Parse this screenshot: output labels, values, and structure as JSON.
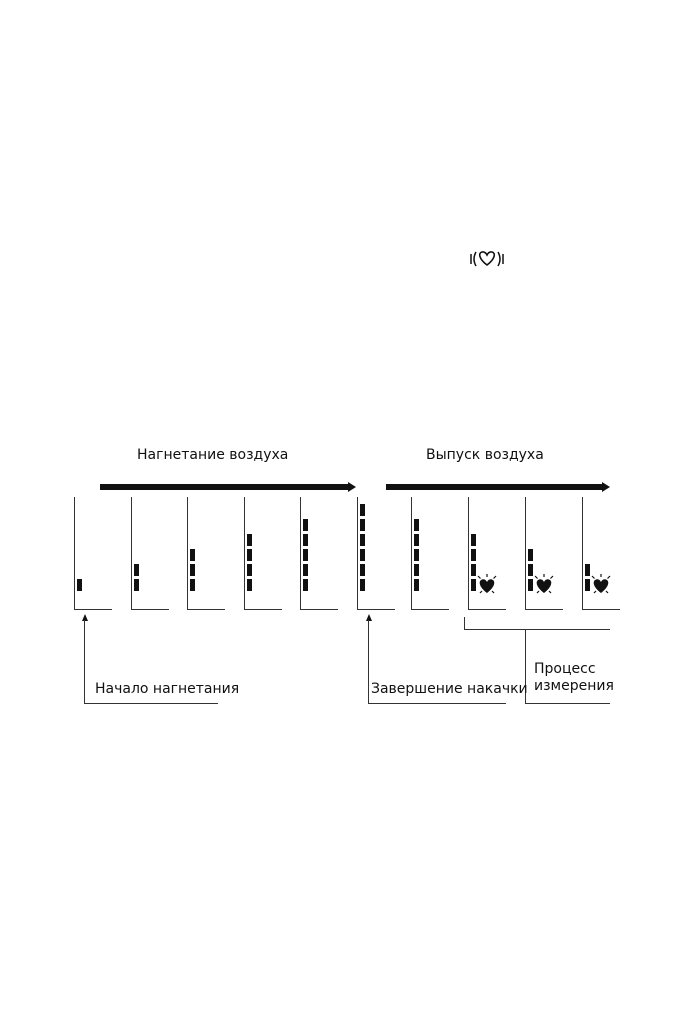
{
  "status_icon": "pulse-heart-icon",
  "phases": {
    "inflation": "Нагнетание воздуха",
    "deflation": "Выпуск воздуха"
  },
  "annotations": {
    "inflation_start": "Начало нагнетания",
    "inflation_end": "Завершение накачки",
    "measuring": "Процесс\nизмерения"
  },
  "panels": [
    {
      "segments": 1,
      "heart": false
    },
    {
      "segments": 2,
      "heart": false
    },
    {
      "segments": 3,
      "heart": false
    },
    {
      "segments": 4,
      "heart": false
    },
    {
      "segments": 5,
      "heart": false
    },
    {
      "segments": 6,
      "heart": false
    },
    {
      "segments": 5,
      "heart": false
    },
    {
      "segments": 4,
      "heart": true
    },
    {
      "segments": 3,
      "heart": true
    },
    {
      "segments": 2,
      "heart": true
    }
  ]
}
